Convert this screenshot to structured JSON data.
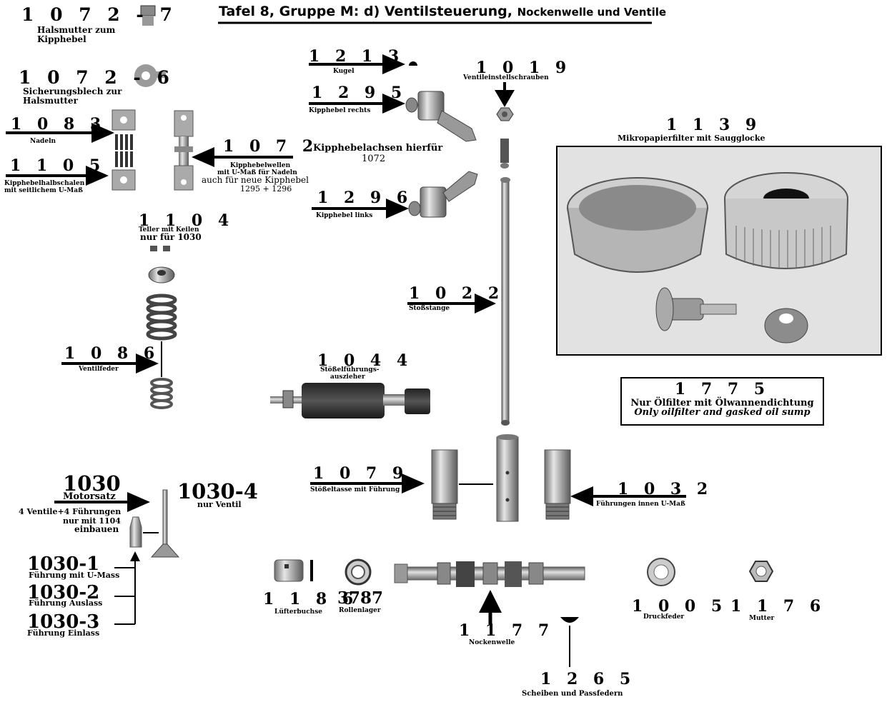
{
  "title": {
    "main": "Tafel 8, Gruppe M: d) Ventilsteuerung,",
    "sub": "Nockenwelle und Ventile"
  },
  "parts": {
    "p1072_7": {
      "num": "1 0 7 2 - 7",
      "l1": "Halsmutter zum",
      "l2": "Kipphebel"
    },
    "p1072_6": {
      "num": "1 0 7 2 - 6",
      "l1": "Sicherungsblech zur",
      "l2": "Halsmutter"
    },
    "p1083": {
      "num": "1 0 8 3",
      "l1": "Nadeln"
    },
    "p1105": {
      "num": "1 1 0 5",
      "l1": "Kipphebelhalbschalen",
      "l2": "mit seitlichem U-Maß"
    },
    "p1072": {
      "num": "1 0 7 2",
      "l1": "Kipphebelwellen",
      "l2": "mit U-Maß für Nadeln",
      "l3": "auch für neue Kipphebel",
      "l4": "1295 + 1296"
    },
    "p1213": {
      "num": "1 2 1 3",
      "l1": "Kugel"
    },
    "p1295": {
      "num": "1 2 9 5",
      "l1": "Kipphebel rechts"
    },
    "p1296": {
      "num": "1 2 9 6",
      "l1": "Kipphebel links"
    },
    "axles": {
      "l1": "Kipphebelachsen hierfür",
      "l2": "1072"
    },
    "p1019": {
      "num": "1 0 1 9",
      "l1": "Ventileinstellschrauben"
    },
    "p1139": {
      "num": "1 1 3 9",
      "l1": "Mikropapierfilter mit Saugglocke"
    },
    "p1104": {
      "num": "1 1 0 4",
      "l1": "Teller mit Keilen",
      "l2": "nur für 1030"
    },
    "p1022": {
      "num": "1 0 2 2",
      "l1": "Stoßstange"
    },
    "p1086": {
      "num": "1 0 8 6",
      "l1": "Ventilfeder"
    },
    "p1044": {
      "num": "1 0 4 4",
      "l1": "Stößelführungs-",
      "l2": "auszieher"
    },
    "p1775": {
      "num": "1 7 7 5",
      "l1": "Nur Ölfilter mit Ölwannendichtung",
      "l2": "Only oilfilter and gasked oil sump"
    },
    "p1079": {
      "num": "1 0 7 9",
      "l1": "Stößeltasse mit Führung"
    },
    "p1032": {
      "num": "1 0 3 2",
      "l1": "Führungen innen U-Maß"
    },
    "p1030": {
      "num": "1030",
      "l1": "Motorsatz",
      "l2": "4 Ventile+4 Führungen",
      "l3": "nur mit 1104",
      "l4": "einbauen"
    },
    "p1030_4": {
      "num": "1030-4",
      "l1": "nur Ventil"
    },
    "p1030_1": {
      "num": "1030-1",
      "l1": "Führung mit U-Mass"
    },
    "p1030_2": {
      "num": "1030-2",
      "l1": "Führung Auslass"
    },
    "p1030_3": {
      "num": "1030-3",
      "l1": "Führung Einlass"
    },
    "p1186": {
      "num": "1 1 8 6",
      "l1": "Lüfterbuchse"
    },
    "p3787": {
      "num": "3787",
      "l1": "Rollenlager"
    },
    "p1177": {
      "num": "1 1 7 7",
      "l1": "Nockenwelle"
    },
    "p1005": {
      "num": "1 0 0 5",
      "l1": "Druckfeder"
    },
    "p1176": {
      "num": "1 1 7 6",
      "l1": "Mutter"
    },
    "p1265": {
      "num": "1 2 6 5",
      "l1": "Scheiben und Passfedern"
    }
  }
}
